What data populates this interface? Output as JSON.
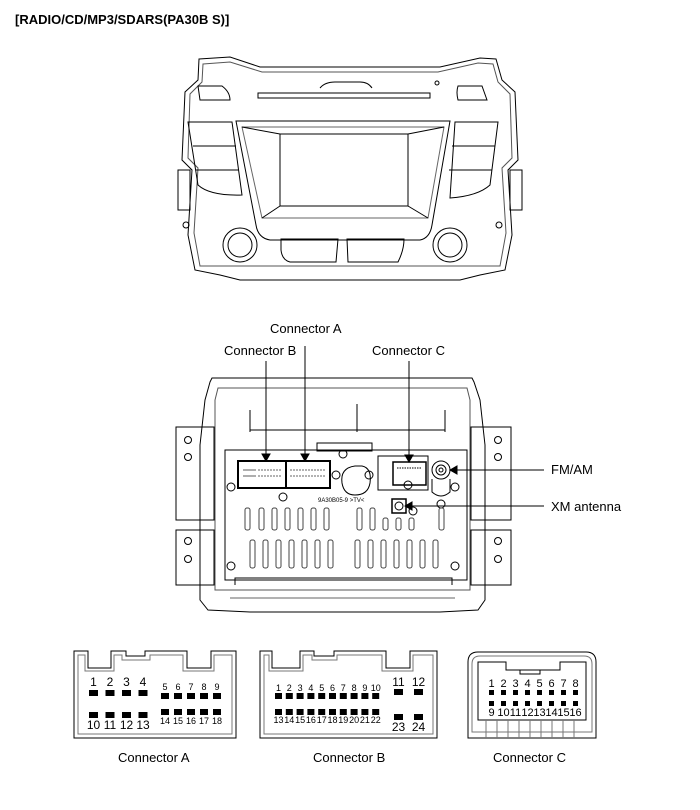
{
  "title": "[RADIO/CD/MP3/SDARS(PA30B S)]",
  "callouts": {
    "connector_a": "Connector A",
    "connector_b": "Connector B",
    "connector_c": "Connector C",
    "fm_am": "FM/AM",
    "xm_antenna": "XM antenna"
  },
  "rear_marking_text": "9A30B05-9  >TV<",
  "connectors": {
    "a": {
      "caption": "Connector A",
      "top_large": [
        "1",
        "2",
        "3",
        "4"
      ],
      "top_small": [
        "5",
        "6",
        "7",
        "8",
        "9"
      ],
      "bottom_large": [
        "10",
        "11",
        "12",
        "13"
      ],
      "bottom_small": [
        "14",
        "15",
        "16",
        "17",
        "18"
      ]
    },
    "b": {
      "caption": "Connector B",
      "top_small": [
        "1",
        "2",
        "3",
        "4",
        "5",
        "6",
        "7",
        "8",
        "9",
        "10"
      ],
      "top_large": [
        "11",
        "12"
      ],
      "bottom_small": [
        "13",
        "14",
        "15",
        "16",
        "17",
        "18",
        "19",
        "20",
        "21",
        "22"
      ],
      "bottom_large": [
        "23",
        "24"
      ]
    },
    "c": {
      "caption": "Connector C",
      "top": [
        "1",
        "2",
        "3",
        "4",
        "5",
        "6",
        "7",
        "8"
      ],
      "bottom": [
        "9",
        "10",
        "11",
        "12",
        "13",
        "14",
        "15",
        "16"
      ]
    }
  }
}
